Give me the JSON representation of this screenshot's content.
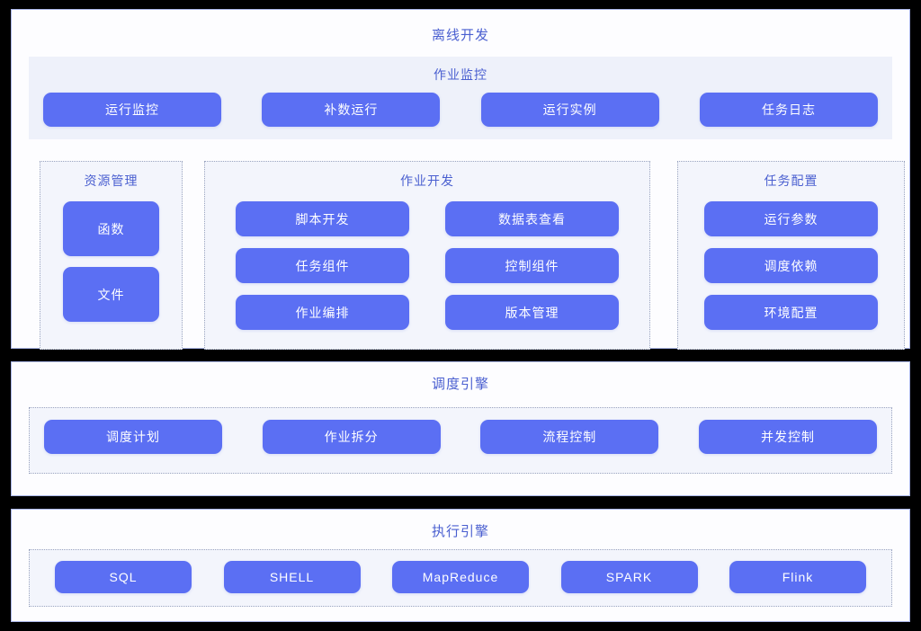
{
  "panels": [
    {
      "id": "offline",
      "title": "离线开发",
      "monitor": {
        "title": "作业监控",
        "buttons": [
          "运行监控",
          "补数运行",
          "运行实例",
          "任务日志"
        ]
      },
      "columns": [
        {
          "id": "resource",
          "title": "资源管理",
          "buttons": [
            "函数",
            "文件"
          ]
        },
        {
          "id": "development",
          "title": "作业开发",
          "buttons": [
            "脚本开发",
            "数据表查看",
            "任务组件",
            "控制组件",
            "作业编排",
            "版本管理"
          ]
        },
        {
          "id": "config",
          "title": "任务配置",
          "buttons": [
            "运行参数",
            "调度依赖",
            "环境配置"
          ]
        }
      ]
    },
    {
      "id": "schedule",
      "title": "调度引擎",
      "buttons": [
        "调度计划",
        "作业拆分",
        "流程控制",
        "并发控制"
      ]
    },
    {
      "id": "execute",
      "title": "执行引擎",
      "buttons": [
        "SQL",
        "SHELL",
        "MapReduce",
        "SPARK",
        "Flink"
      ]
    }
  ],
  "colors": {
    "button": "#5b6ff3",
    "title": "#4a5fd0",
    "panel_border": "#aab6e8",
    "panel_bg": "#fdfdff",
    "soft_bg": "#eef1fa",
    "dotted_bg": "#f3f5fc",
    "dotted_border": "#9aa4bf",
    "backdrop": "#000000"
  }
}
